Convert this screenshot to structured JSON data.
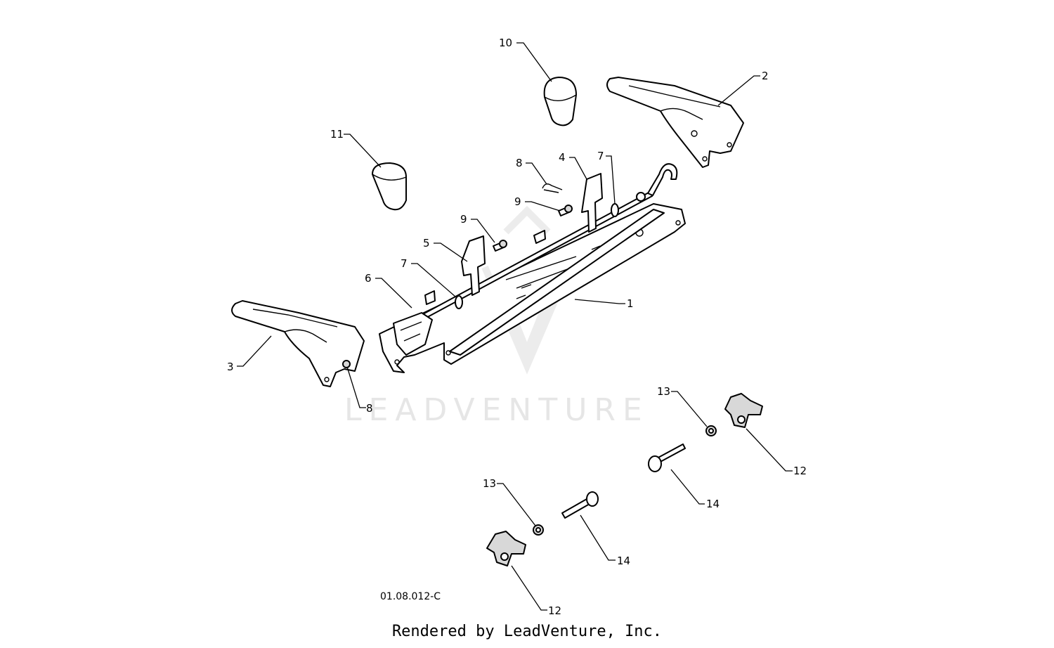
{
  "watermark": "LEADVENTURE",
  "diagram_code": "01.08.012-C",
  "credit": "Rendered by LeadVenture, Inc.",
  "callouts": {
    "c1": "1",
    "c2": "2",
    "c3": "3",
    "c4": "4",
    "c5": "5",
    "c6": "6",
    "c7a": "7",
    "c7b": "7",
    "c8a": "8",
    "c8b": "8",
    "c9a": "9",
    "c9b": "9",
    "c10": "10",
    "c11": "11",
    "c12a": "12",
    "c12b": "12",
    "c13a": "13",
    "c13b": "13",
    "c14a": "14",
    "c14b": "14"
  }
}
